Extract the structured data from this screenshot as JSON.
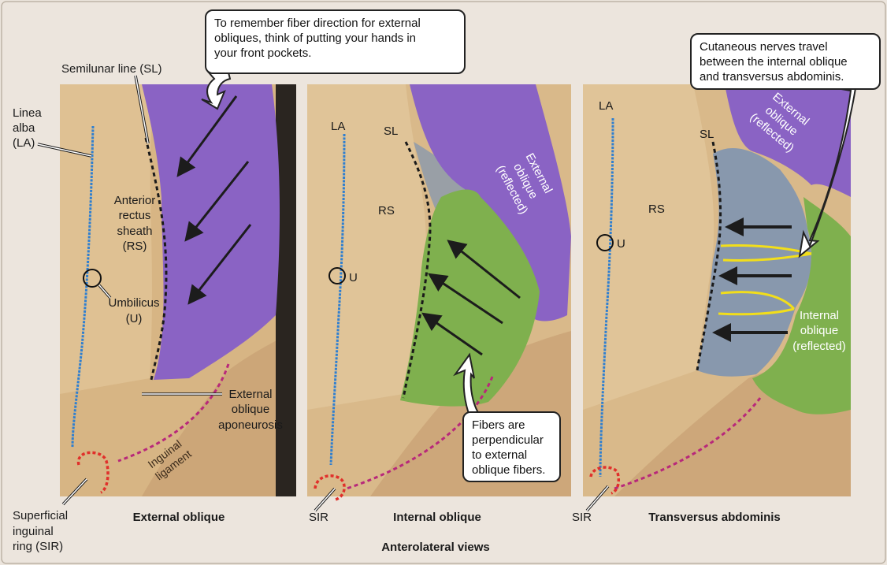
{
  "callouts": {
    "external_fiber_direction": "To remember fiber direction for external\nobliques, think of putting your hands in\nyour front pockets.",
    "cutaneous_nerves": "Cutaneous nerves travel\nbetween the internal oblique\nand transversus abdominis.",
    "fibers_perpendicular": "Fibers are\nperpendicular\nto external\noblique fibers."
  },
  "panel1": {
    "semilunar_line": "Semilunar line (SL)",
    "linea_alba": [
      "Linea",
      "alba",
      "(LA)"
    ],
    "anterior_rectus_sheath": [
      "Anterior",
      "rectus",
      "sheath",
      "(RS)"
    ],
    "umbilicus": [
      "Umbilicus",
      "(U)"
    ],
    "external_oblique_aponeurosis": [
      "External",
      "oblique",
      "aponeurosis"
    ],
    "inguinal_ligament": [
      "Inguinal",
      "ligament"
    ],
    "superficial_inguinal_ring": [
      "Superficial",
      "inguinal",
      "ring (SIR)"
    ],
    "caption": "External oblique"
  },
  "panel2": {
    "la": "LA",
    "sl": "SL",
    "rs": "RS",
    "u": "U",
    "external_oblique_reflected": [
      "External",
      "oblique",
      "(reflected)"
    ],
    "sir": "SIR",
    "caption": "Internal oblique"
  },
  "panel3": {
    "la": "LA",
    "sl": "SL",
    "rs": "RS",
    "u": "U",
    "external_oblique_reflected": [
      "External",
      "oblique",
      "(reflected)"
    ],
    "internal_oblique_reflected": [
      "Internal",
      "oblique",
      "(reflected)"
    ],
    "sir": "SIR",
    "caption": "Transversus abdominis"
  },
  "footer": {
    "views": "Anterolateral views"
  },
  "colors": {
    "background": "#ece5dd",
    "tissue": "#d9b98a",
    "external_oblique": "#8a63c4",
    "internal_oblique": "#7fb04e",
    "transversus": "#8898ad",
    "linea_alba_line": "#2f7fd0",
    "inguinal_line": "#b8287a",
    "ring": "#e0302b",
    "nerve": "#f2de1a"
  }
}
